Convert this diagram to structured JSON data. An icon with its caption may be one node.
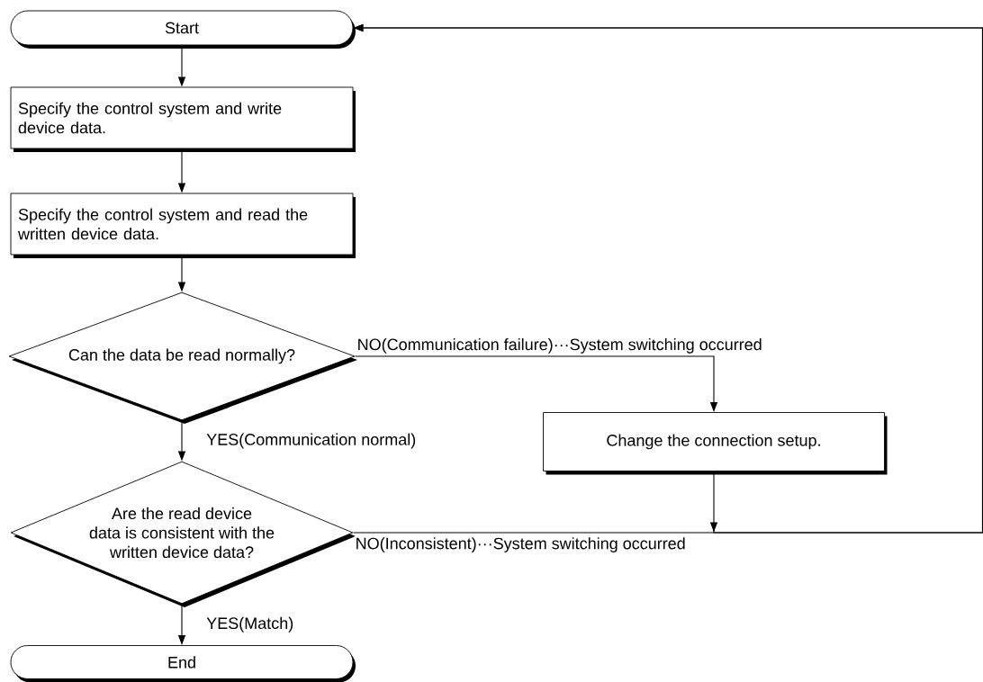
{
  "diagram": {
    "nodes": [
      {
        "text": [
          "Start"
        ]
      },
      {
        "text": [
          "Specify the control system and write device data."
        ]
      },
      {
        "text": [
          "Specify the control system and read the written device data."
        ]
      },
      {
        "text": [
          "Can the data be read normally?"
        ]
      },
      {
        "text": [
          "Change the connection setup."
        ]
      },
      {
        "text": [
          "Are the read device data is consistent with the written device data?"
        ]
      },
      {
        "text": [
          "End"
        ]
      }
    ],
    "edges": [
      {
        "from": 0,
        "to": 1,
        "arrow": "to"
      },
      {
        "from": 1,
        "to": 2,
        "arrow": "to"
      },
      {
        "from": 2,
        "to": 3,
        "arrow": "to"
      },
      {
        "from": 3,
        "to": 4,
        "arrow": "to",
        "label": "NO(Communication failure)···System switching occurred"
      },
      {
        "from": 3,
        "to": 5,
        "arrow": "to",
        "label": "YES(Communication normal)"
      },
      {
        "from": 5,
        "to": 6,
        "arrow": "to",
        "label": "YES(Match)"
      },
      {
        "from": 4,
        "to": 0,
        "arrow": "to"
      },
      {
        "from": 5,
        "to": 0,
        "arrow": "to",
        "label": "NO(Inconsistent)···System switching occurred"
      }
    ]
  }
}
